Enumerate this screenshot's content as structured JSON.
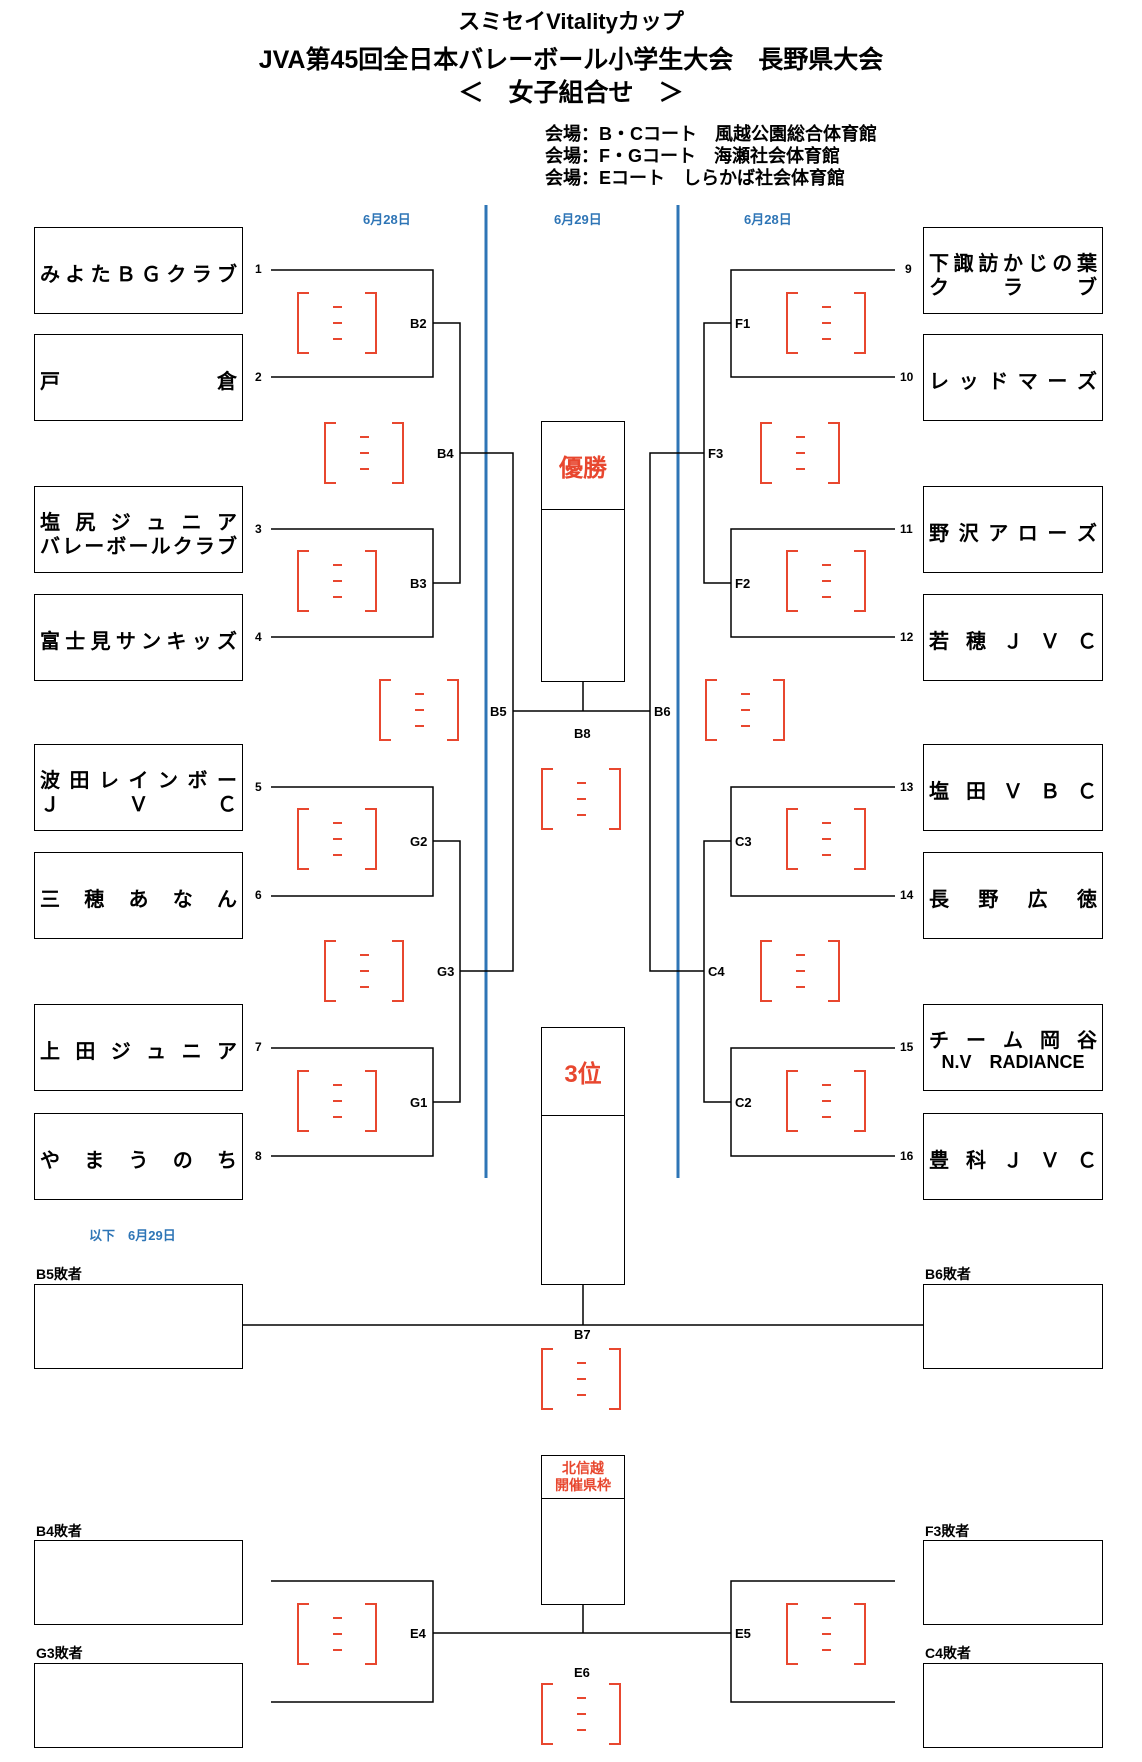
{
  "header": {
    "title1": "スミセイVitalityカップ",
    "title2": "JVA第45回全日本バレーボール小学生大会　長野県大会",
    "title3": "＜　女子組合せ　＞",
    "venue1": "会場：B・Cコート　風越公園総合体育館",
    "venue2": "会場：F・Gコート　海瀬社会体育館",
    "venue3": "会場：Eコート　しらかば社会体育館"
  },
  "dates": {
    "left": "6月28日",
    "center": "6月29日",
    "right": "6月28日",
    "lower": "以下　6月29日"
  },
  "teams_left": [
    {
      "num": "1",
      "line1": "みよたＢＧクラブ",
      "line2": ""
    },
    {
      "num": "2",
      "line1": "戸倉",
      "line2": ""
    },
    {
      "num": "3",
      "line1": "塩尻ジュニア",
      "line2": "バレーボールクラブ"
    },
    {
      "num": "4",
      "line1": "富士見サンキッズ",
      "line2": ""
    },
    {
      "num": "5",
      "line1": "波田レインボー",
      "line2": "ＪＶＣ"
    },
    {
      "num": "6",
      "line1": "三穂あなん",
      "line2": ""
    },
    {
      "num": "7",
      "line1": "上田ジュニア",
      "line2": ""
    },
    {
      "num": "8",
      "line1": "やまうのち",
      "line2": ""
    }
  ],
  "teams_right": [
    {
      "num": "9",
      "line1": "下諏訪かじの葉",
      "line2": "クラブ"
    },
    {
      "num": "10",
      "line1": "レッドマーズ",
      "line2": ""
    },
    {
      "num": "11",
      "line1": "野沢アローズ",
      "line2": ""
    },
    {
      "num": "12",
      "line1": "若穂ＪＶＣ",
      "line2": ""
    },
    {
      "num": "13",
      "line1": "塩田ＶＢＣ",
      "line2": ""
    },
    {
      "num": "14",
      "line1": "長野広徳",
      "line2": ""
    },
    {
      "num": "15",
      "line1": "チーム岡谷",
      "line2": "N.V　RADIANCE"
    },
    {
      "num": "16",
      "line1": "豊科ＪＶＣ",
      "line2": ""
    }
  ],
  "matches": {
    "B2": "B2",
    "B3": "B3",
    "B4": "B4",
    "G2": "G2",
    "G1": "G1",
    "G3": "G3",
    "B5": "B5",
    "B6": "B6",
    "B8": "B8",
    "F1": "F1",
    "F2": "F2",
    "F3": "F3",
    "C3": "C3",
    "C2": "C2",
    "C4": "C4",
    "B7": "B7",
    "E4": "E4",
    "E5": "E5",
    "E6": "E6"
  },
  "results": {
    "champion": "優勝",
    "third": "3位",
    "hokushinetsu": "北信越\n開催県枠"
  },
  "losers": {
    "b5": "B5敗者",
    "b6": "B6敗者",
    "b4": "B4敗者",
    "f3": "F3敗者",
    "g3": "G3敗者",
    "c4": "C4敗者"
  },
  "colors": {
    "score": "#e8472f",
    "divider": "#2e75b6",
    "result_text": "#e8472f"
  }
}
